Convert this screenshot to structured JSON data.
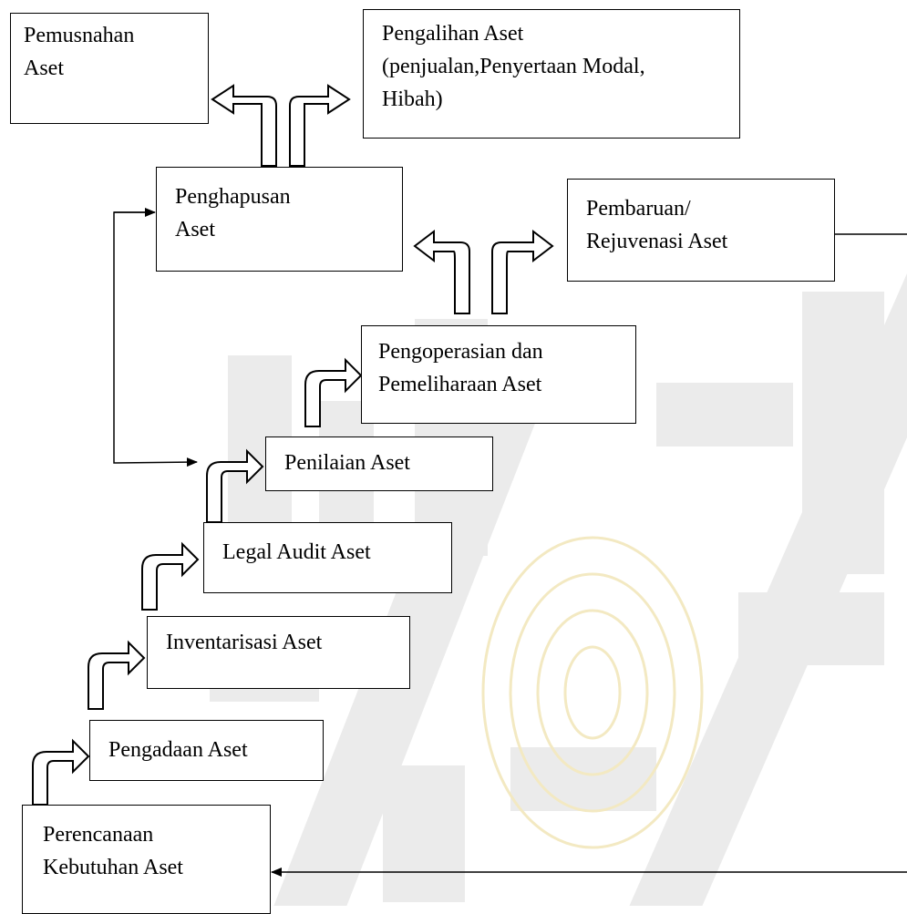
{
  "boxes": {
    "pemusnahan": [
      "Pemusnahan",
      "Aset"
    ],
    "pengalihan": [
      "Pengalihan Aset",
      "(penjualan,Penyertaan Modal,",
      "Hibah)"
    ],
    "penghapusan": [
      "Penghapusan",
      "Aset"
    ],
    "pembaruan": [
      "Pembaruan/",
      "Rejuvenasi Aset"
    ],
    "pengoperasian": [
      "Pengoperasian dan",
      "Pemeliharaan Aset"
    ],
    "penilaian": [
      "Penilaian Aset"
    ],
    "legal_audit": [
      "Legal Audit Aset"
    ],
    "inventarisasi": [
      "Inventarisasi Aset"
    ],
    "pengadaan": [
      "Pengadaan Aset"
    ],
    "perencanaan": [
      "Perencanaan",
      "Kebutuhan Aset"
    ]
  },
  "colors": {
    "line": "#000000",
    "box_fill": "#ffffff",
    "watermark": "#ebebeb",
    "watermark_accent": "#f6efcf"
  }
}
